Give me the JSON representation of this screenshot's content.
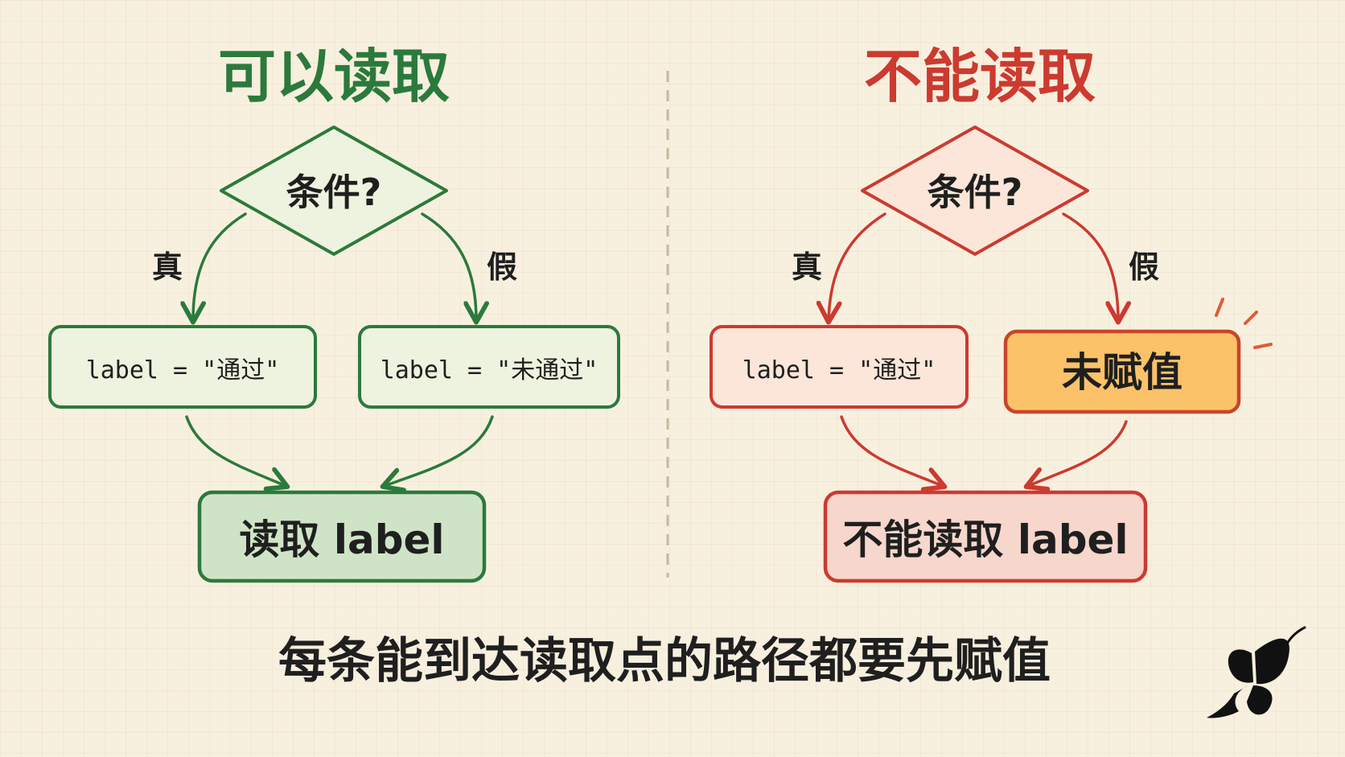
{
  "colors": {
    "green": "#2b7a3c",
    "green_box_fill": "#eef3df",
    "green_result_fill": "#cfe4c7",
    "red": "#cc3a30",
    "red_box_fill": "#fbe6d9",
    "red_result_fill": "#f7d6cc",
    "orange_border": "#c8452a",
    "orange_fill": "#fbc26a",
    "ink": "#1f1f1f",
    "divider": "#c9b89d"
  },
  "left": {
    "title": "可以读取",
    "decision": "条件?",
    "true_label": "真",
    "false_label": "假",
    "true_box": "label = \"通过\"",
    "false_box": "label = \"未通过\"",
    "result": "读取 label"
  },
  "right": {
    "title": "不能读取",
    "decision": "条件?",
    "true_label": "真",
    "false_label": "假",
    "true_box": "label = \"通过\"",
    "false_box": "未赋值",
    "result": "不能读取 label"
  },
  "caption": "每条能到达读取点的路径都要先赋值",
  "logo_icon": "butterfly-icon"
}
